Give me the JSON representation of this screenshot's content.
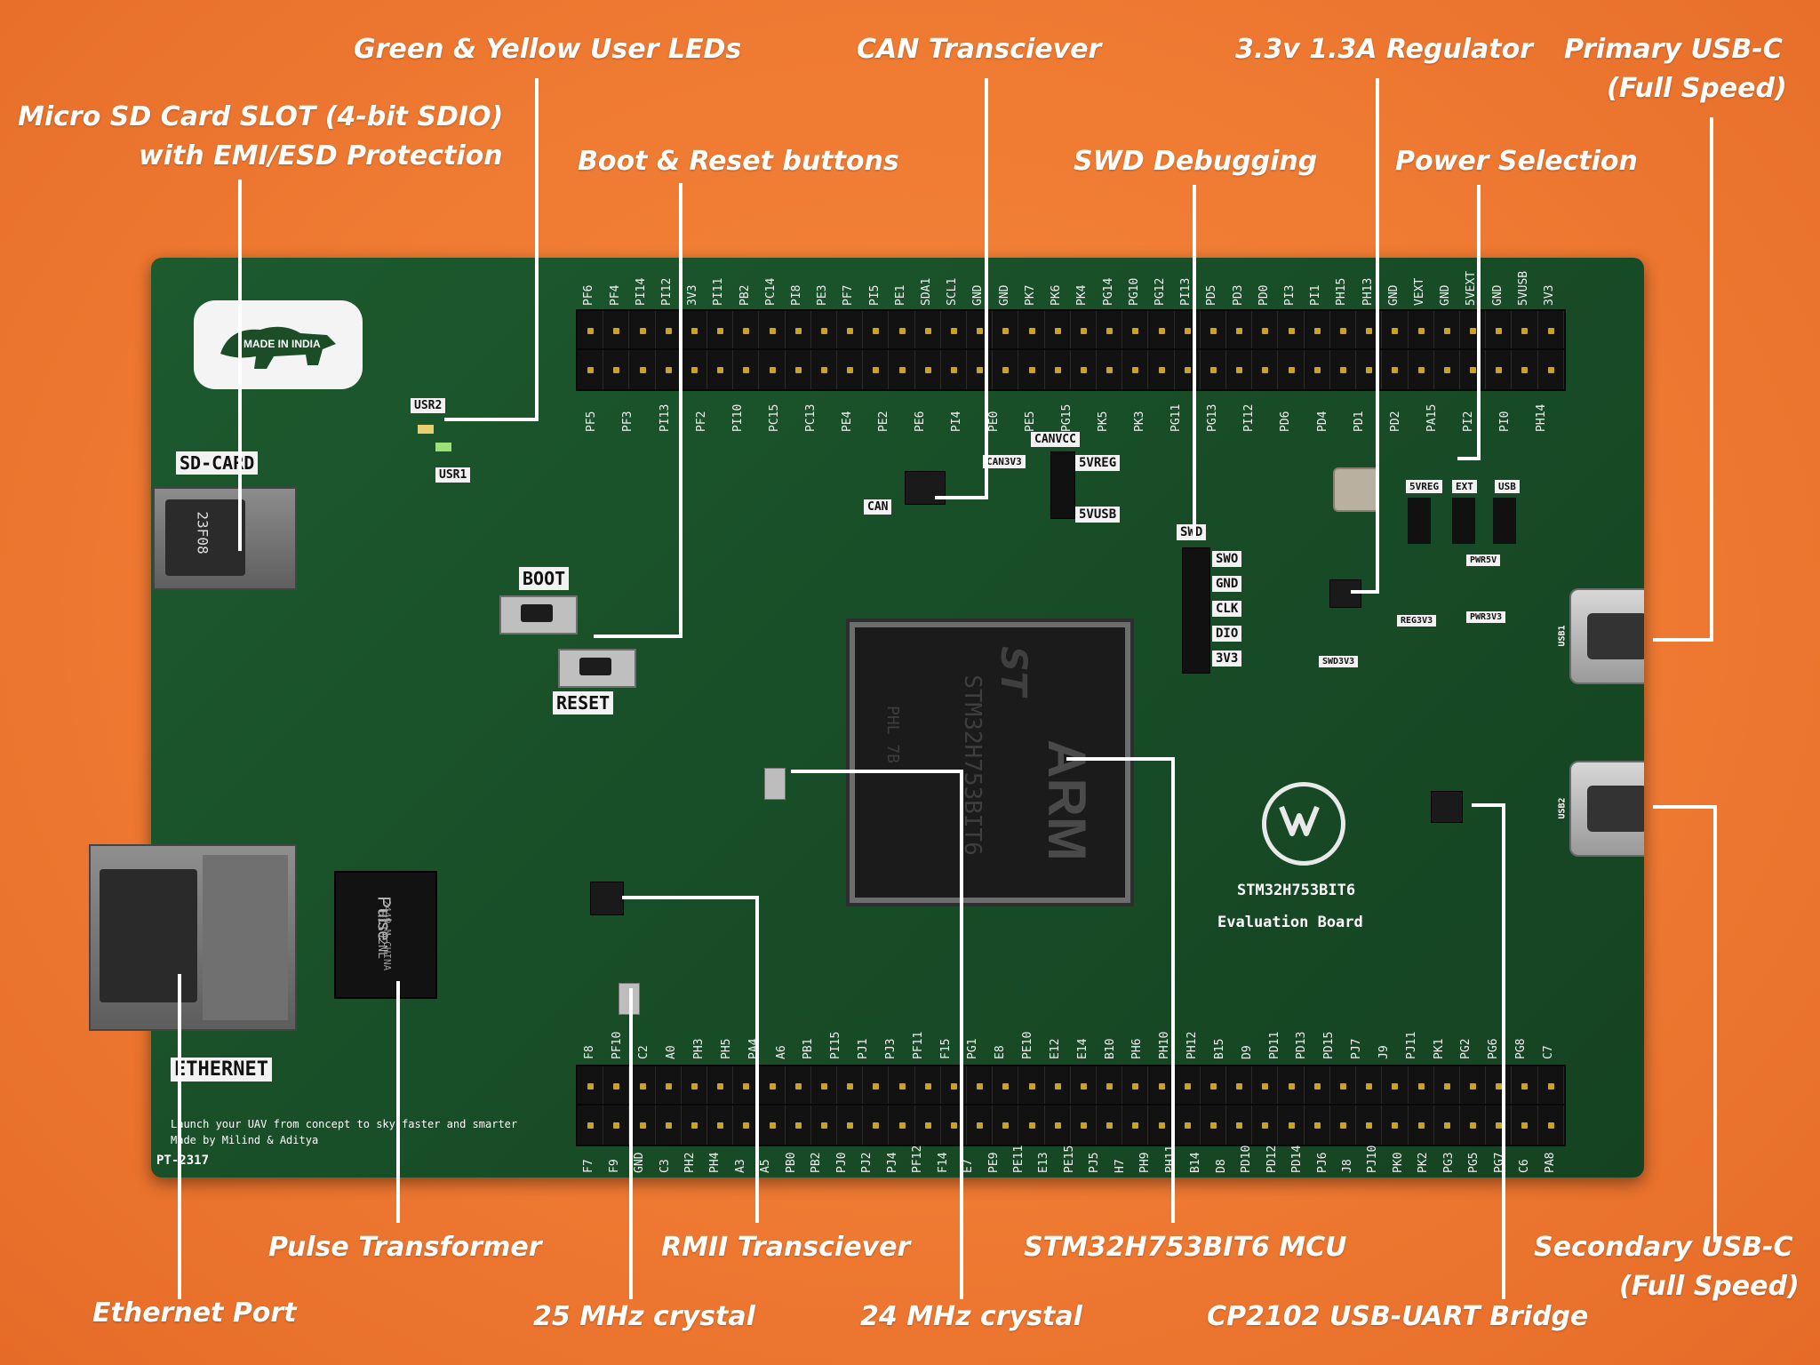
{
  "annotations": {
    "green_yellow_leds": "Green & Yellow User LEDs",
    "can_transceiver": "CAN Transciever",
    "regulator": "3.3v 1.3A Regulator",
    "primary_usbc_line1": "Primary USB-C",
    "primary_usbc_line2": "(Full Speed)",
    "sd_slot_line1": "Micro SD Card SLOT (4-bit SDIO)",
    "sd_slot_line2": "with EMI/ESD Protection",
    "boot_reset": "Boot & Reset buttons",
    "swd": "SWD Debugging",
    "power_selection": "Power Selection",
    "pulse_transformer": "Pulse Transformer",
    "rmii": "RMII Transciever",
    "mcu": "STM32H753BIT6 MCU",
    "secondary_usbc_line1": "Secondary USB-C",
    "secondary_usbc_line2": "(Full Speed)",
    "ethernet_port": "Ethernet Port",
    "crystal_25": "25 MHz crystal",
    "crystal_24": "24 MHz crystal",
    "cp2102": "CP2102 USB-UART Bridge"
  },
  "board": {
    "made_in_india": "MADE IN INDIA",
    "sd_card": "SD-CARD",
    "ethernet": "ETHERNET",
    "boot": "BOOT",
    "reset": "RESET",
    "usr1": "USR1",
    "usr2": "USR2",
    "canvcc": "CANVCC",
    "can": "CAN",
    "canv3": "CAN3V3",
    "svreg": "5VREG",
    "svusb": "5VUSB",
    "swd": "SWD",
    "swo": "SWO",
    "gnd": "GND",
    "clk": "CLK",
    "dio": "DIO",
    "v33": "3V3",
    "sw_svreg": "5VREG",
    "sw_ext": "EXT",
    "sw_usb": "USB",
    "pwr5v": "PWR5V",
    "pwr3v3": "PWR3V3",
    "reg3v3": "REG3V3",
    "swd3v3": "SWD3V3",
    "board_name": "STM32H753BIT6",
    "board_sub": "Evaluation Board",
    "tagline": "Launch your UAV from concept to sky faster and smarter",
    "credit": "Made by Milind & Aditya",
    "part_id": "PT-2317",
    "mcu_brand": "ARM",
    "mcu_st": "ST",
    "mcu_line1": "STM32H753BIT6",
    "mcu_line2": "PHL 7B",
    "pulse_brand": "Pulse",
    "pulse_part": "H1102NL",
    "pulse_date": "2449-M CHINA",
    "sd_part": "23F08",
    "usb_c1": "USB1",
    "usb_c2": "USB2"
  },
  "top_pins_upper": [
    "PF6",
    "PF4",
    "PI14",
    "PI12",
    "3V3",
    "PI11",
    "PB2",
    "PC14",
    "PI8",
    "PE3",
    "PF7",
    "PI5",
    "PE1",
    "SDA1",
    "SCL1",
    "GND",
    "GND",
    "PK7",
    "PK6",
    "PK4",
    "PG14",
    "PG10",
    "PG12",
    "PI13",
    "PD5",
    "PD3",
    "PD0",
    "PI3",
    "PI1",
    "PH15",
    "PH13",
    "GND",
    "VEXT",
    "GND",
    "5VEXT",
    "GND",
    "5VUSB",
    "3V3"
  ],
  "top_pins_lower": [
    "PF5",
    "PF3",
    "PI13",
    "PF2",
    "PI10",
    "PC15",
    "PC13",
    "PE4",
    "PE2",
    "PE6",
    "PI4",
    "PE0",
    "PE5",
    "PG15",
    "PK5",
    "PK3",
    "PG11",
    "PG13",
    "PI12",
    "PD6",
    "PD4",
    "PD1",
    "PD2",
    "PA15",
    "PI2",
    "PI0",
    "PH14"
  ],
  "bottom_pins_upper": [
    "F8",
    "PF10",
    "C2",
    "A0",
    "PH3",
    "PH5",
    "PA4",
    "A6",
    "PB1",
    "PI15",
    "PJ1",
    "PJ3",
    "PF11",
    "F15",
    "PG1",
    "E8",
    "PE10",
    "E12",
    "E14",
    "B10",
    "PH6",
    "PH10",
    "PH12",
    "B15",
    "D9",
    "PD11",
    "PD13",
    "PD15",
    "PJ7",
    "J9",
    "PJ11",
    "PK1",
    "PG2",
    "PG6",
    "PG8",
    "C7"
  ],
  "bottom_pins_lower": [
    "F7",
    "F9",
    "GND",
    "C3",
    "PH2",
    "PH4",
    "A3",
    "A5",
    "PB0",
    "PB2",
    "PJ0",
    "PJ2",
    "PJ4",
    "PF12",
    "F14",
    "E7",
    "PE9",
    "PE11",
    "E13",
    "PE15",
    "PJ5",
    "H7",
    "PH9",
    "PH11",
    "B14",
    "D8",
    "PD10",
    "PD12",
    "PD14",
    "PJ6",
    "J8",
    "PJ10",
    "PK0",
    "PK2",
    "PG3",
    "PG5",
    "PG7",
    "C6",
    "PA8"
  ]
}
